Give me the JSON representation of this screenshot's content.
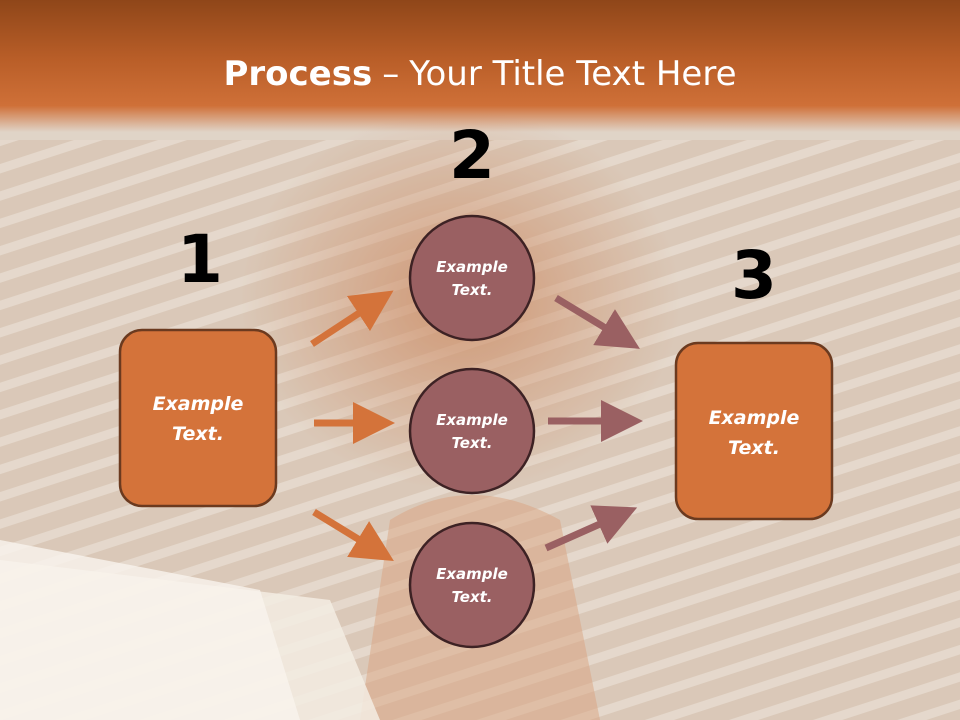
{
  "title": {
    "bold": "Process",
    "separator": "–",
    "rest": "Your Title Text Here"
  },
  "steps": [
    {
      "number": "1",
      "shape": "rounded-rect",
      "label_line1": "Example",
      "label_line2": "Text."
    },
    {
      "number": "2",
      "shape": "circle-group",
      "label_line1": "Example",
      "label_line2": "Text."
    },
    {
      "number": "3",
      "shape": "rounded-rect",
      "label_line1": "Example",
      "label_line2": "Text."
    }
  ],
  "circles": [
    {
      "label_line1": "Example",
      "label_line2": "Text."
    },
    {
      "label_line1": "Example",
      "label_line2": "Text."
    },
    {
      "label_line1": "Example",
      "label_line2": "Text."
    }
  ],
  "colors": {
    "title_bar": "#b95e28",
    "box_fill": "#d4733a",
    "box_stroke": "#6b3a1f",
    "circle_fill": "#9a6062",
    "circle_stroke": "#3d2224",
    "arrow_left": "#d4733a",
    "arrow_right": "#9a6062"
  }
}
